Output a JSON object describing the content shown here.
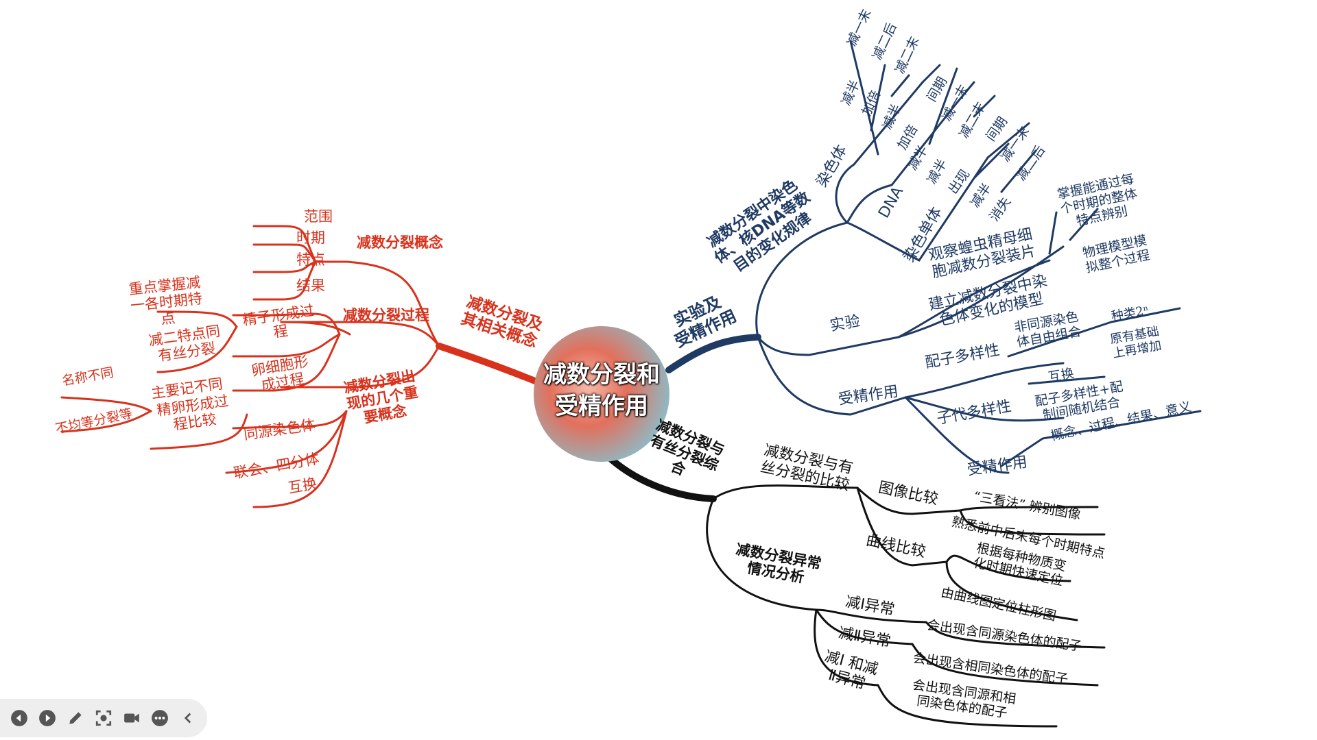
{
  "center": {
    "line1": "减数分裂和",
    "line2": "受精作用"
  },
  "left": {
    "main": {
      "line1": "减数分裂及",
      "line2": "其相关概念"
    },
    "concept": {
      "label": "减数分裂概念",
      "items": [
        "范围",
        "时期",
        "特点",
        "结果"
      ]
    },
    "process": {
      "label": "减数分裂过程",
      "sperm": {
        "line1": "精子形成过",
        "line2": "程"
      },
      "sperm_note": {
        "line1": "重点掌握减",
        "line2": "一各时期特",
        "line3": "点"
      },
      "sperm_note2": {
        "line1": "减二特点同",
        "line2": "有丝分裂"
      },
      "egg": {
        "line1": "卵细胞形",
        "line2": "成过程"
      },
      "compare": {
        "line1": "精卵形成过",
        "line2": "程比较"
      },
      "compare_a": "主要记不同",
      "compare_b": "不均等分裂等",
      "compare_c": "名称不同"
    },
    "concepts": {
      "line1": "减数分裂出",
      "line2": "现的几个重",
      "line3": "要概念",
      "items": [
        "同源染色体",
        "联会、四分体",
        "互换"
      ]
    }
  },
  "upper_right": {
    "main": {
      "line1": "实验及",
      "line2": "受精作用"
    },
    "rule": {
      "line1": "减数分裂中染色",
      "line2": "体、核DNA等数",
      "line3": "目的变化规律"
    },
    "chromosome": {
      "label": "染色体",
      "b1": "减半",
      "b2": "加倍",
      "b3": "减半",
      "l1": "减一末",
      "l2": "减二后",
      "l3": "减二末"
    },
    "dna": {
      "label": "DNA",
      "b1": "加倍",
      "b2": "减半",
      "b3": "减半",
      "l1": "间期",
      "l2": "减一末",
      "l3": "减二末"
    },
    "chromatid": {
      "label": "染色单体",
      "b1": "出现",
      "b2": "减半",
      "b3": "消失",
      "l1": "间期",
      "l2": "减一末",
      "l3": "减二后"
    },
    "experiment": {
      "label": "实验",
      "obs": {
        "line1": "观察蝗虫精母细",
        "line2": "胞减数分裂装片"
      },
      "obs_note": {
        "line1": "掌握能通过每",
        "line2": "个时期的整体",
        "line3": "特点辨别"
      },
      "model": {
        "line1": "建立减数分裂中染",
        "line2": "色体变化的模型"
      },
      "model_note": {
        "line1": "物理模型模",
        "line2": "拟整个过程"
      }
    },
    "fert": {
      "label": "受精作用",
      "gamete": "配子多样性",
      "gamete_a": {
        "line1": "非同源染色",
        "line2": "体自由组合"
      },
      "gamete_a1": "种类2ⁿ",
      "gamete_a2": {
        "line1": "原有基础",
        "line2": "上再增加"
      },
      "gamete_b": "互换",
      "offspring": "子代多样性",
      "offspring_a": {
        "line1": "配子多样性+配",
        "line2": "制间随机结合"
      },
      "fert2": "受精作用",
      "fert2_a": "概念、过程、结果、意义"
    }
  },
  "lower_right": {
    "main": {
      "line1": "减数分裂与",
      "line2": "有丝分裂综",
      "line3": "合"
    },
    "compare": {
      "line1": "减数分裂与有",
      "line2": "丝分裂的比较"
    },
    "image": "图像比较",
    "image_a": "“三看法” 辨别图像",
    "image_b": "熟悉前中后末每个时期特点",
    "curve": "曲线比较",
    "curve_a": {
      "line1": "根据每种物质变",
      "line2": "化时期快速定位"
    },
    "curve_b": "由曲线图定位柱形图",
    "abnormal": {
      "line1": "减数分裂异常",
      "line2": "情况分析"
    },
    "ab1": "减Ⅰ异常",
    "ab1_a": "会出现含同源染色体的配子",
    "ab2": "减Ⅱ异常",
    "ab2_a": "会出现含相同染色体的配子",
    "ab3": {
      "line1": "减Ⅰ 和减",
      "line2": "Ⅱ异常"
    },
    "ab3_a": {
      "line1": "会出现含同源和相",
      "line2": "同染色体的配子"
    }
  },
  "toolbar": {
    "icons": [
      "prev-icon",
      "next-icon",
      "pen-icon",
      "fullscreen-icon",
      "camera-icon",
      "more-icon",
      "collapse-icon"
    ]
  },
  "colors": {
    "left": "#d8321c",
    "upper_right": "#1f3a63",
    "lower_right": "#111111"
  }
}
